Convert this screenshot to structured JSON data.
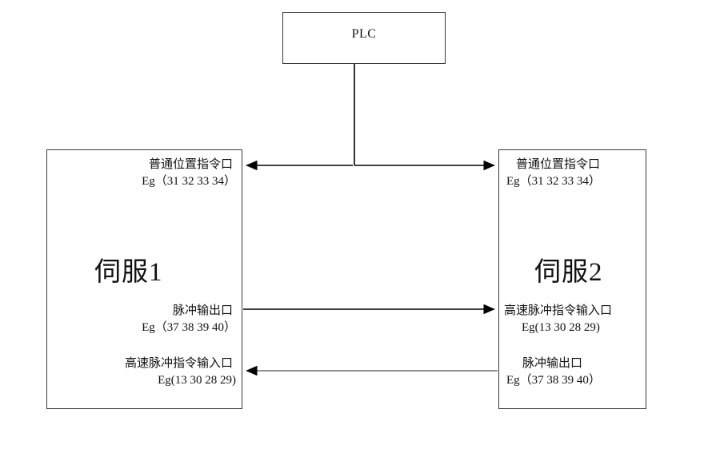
{
  "diagram": {
    "title": "PLC servo pulse command wiring diagram",
    "plc": {
      "label": "PLC"
    },
    "servo1": {
      "title": "伺服1",
      "ports": {
        "top": {
          "name": "普通位置指令口",
          "example": "Eg（31 32 33 34）"
        },
        "middle": {
          "name": "脉冲输出口",
          "example": "Eg（37 38 39 40）"
        },
        "bottom": {
          "name": "高速脉冲指令输入口",
          "example": "Eg(13 30 28 29)"
        }
      }
    },
    "servo2": {
      "title": "伺服2",
      "ports": {
        "top": {
          "name": "普通位置指令口",
          "example": "Eg（31 32 33 34）"
        },
        "middle": {
          "name": "高速脉冲指令输入口",
          "example": "Eg(13 30 28 29)"
        },
        "bottom": {
          "name": "脉冲输出口",
          "example": "Eg（37 38 39 40）"
        }
      }
    },
    "connections": [
      {
        "id": "plc-bus",
        "from": "PLC",
        "to": "伺服1 / 伺服2 普通位置指令口",
        "direction": "bidirectional"
      },
      {
        "id": "servo1-pulse-out",
        "from": "伺服1 脉冲输出口",
        "to": "伺服2 高速脉冲指令输入口",
        "direction": "left-to-right"
      },
      {
        "id": "servo2-pulse-out",
        "from": "伺服2 脉冲输出口",
        "to": "伺服1 高速脉冲指令输入口",
        "direction": "right-to-left"
      }
    ],
    "colors": {
      "line": "#000000",
      "box_border": "#3a3a3a",
      "grey_line": "#6b6b6b",
      "background": "#ffffff"
    }
  }
}
